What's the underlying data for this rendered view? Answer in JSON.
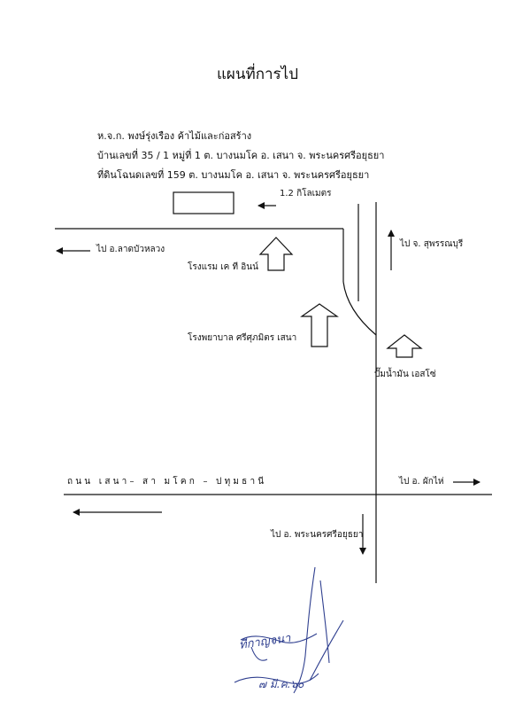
{
  "title": "แผนที่การไป",
  "header": {
    "line1": "ห.จ.ก.  พงษ์รุ่งเรือง ค้าไม้และก่อสร้าง",
    "line2": "บ้านเลขที่   35 / 1   หมู่ที่ 1   ต. บางนมโค   อ. เสนา    จ. พระนครศรีอยุธยา",
    "line3": "ที่ดินโฉนดเลขที่  159   ต. บางนมโค  อ. เสนา  จ. พระนครศรีอยุธยา"
  },
  "labels": {
    "distance": "1.2  กิโลเมตร",
    "to_lat_bua_luang": "ไป อ.ลาดบัวหลวง",
    "to_suphanburi": "ไป จ. สุพรรณบุรี",
    "hotel": "โรงแรม เค ที อินน์",
    "hospital": "โรงพยาบาล ศรีศุภมิตร เสนา",
    "gas_station": "ปั๊มน้ำมัน เอสโซ่",
    "main_road": "ถนน เสนา– สา มโคก – ปทุมธานี",
    "to_phak_hai": "ไป อ. ผักไห่",
    "to_ayutthaya": "ไป อ. พระนครศรีอยุธยา"
  },
  "signature": {
    "name": "ทีกาญจนา",
    "date": "๗ มี.ค.๖๐"
  }
}
